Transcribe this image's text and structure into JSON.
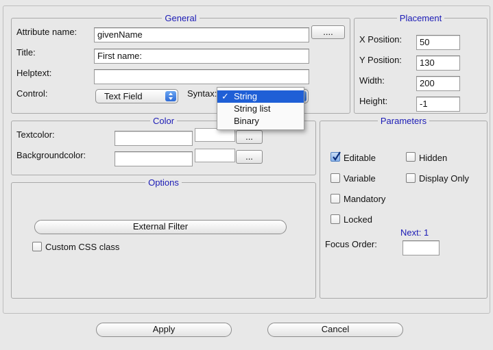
{
  "general": {
    "legend": "General",
    "attribute_name_label": "Attribute name:",
    "attribute_name_value": "givenName",
    "browse_label": "....",
    "title_label": "Title:",
    "title_value": "First name:",
    "helptext_label": "Helptext:",
    "helptext_value": "",
    "control_label": "Control:",
    "control_value": "Text Field",
    "syntax_label": "Syntax:",
    "syntax_options": [
      {
        "label": "String",
        "selected": true
      },
      {
        "label": "String list",
        "selected": false
      },
      {
        "label": "Binary",
        "selected": false
      }
    ],
    "checkmark": "✓"
  },
  "placement": {
    "legend": "Placement",
    "x_label": "X Position:",
    "x_value": "50",
    "y_label": "Y Position:",
    "y_value": "130",
    "width_label": "Width:",
    "width_value": "200",
    "height_label": "Height:",
    "height_value": "-1"
  },
  "color": {
    "legend": "Color",
    "textcolor_label": "Textcolor:",
    "backgroundcolor_label": "Backgroundcolor:",
    "picker_label": "..."
  },
  "parameters": {
    "legend": "Parameters",
    "editable": {
      "label": "Editable",
      "checked": true
    },
    "hidden": {
      "label": "Hidden",
      "checked": false
    },
    "variable": {
      "label": "Variable",
      "checked": false
    },
    "display_only": {
      "label": "Display Only",
      "checked": false
    },
    "mandatory": {
      "label": "Mandatory",
      "checked": false
    },
    "locked": {
      "label": "Locked",
      "checked": false
    },
    "next_label": "Next: 1",
    "focus_order_label": "Focus Order:",
    "focus_order_value": ""
  },
  "options": {
    "legend": "Options",
    "external_filter_label": "External Filter",
    "custom_css": {
      "label": "Custom CSS class",
      "checked": false
    }
  },
  "footer": {
    "apply_label": "Apply",
    "cancel_label": "Cancel"
  },
  "colors": {
    "legend_text": "#1a1ab5",
    "selection": "#1f5fd6",
    "window_bg": "#e8e8e8"
  }
}
